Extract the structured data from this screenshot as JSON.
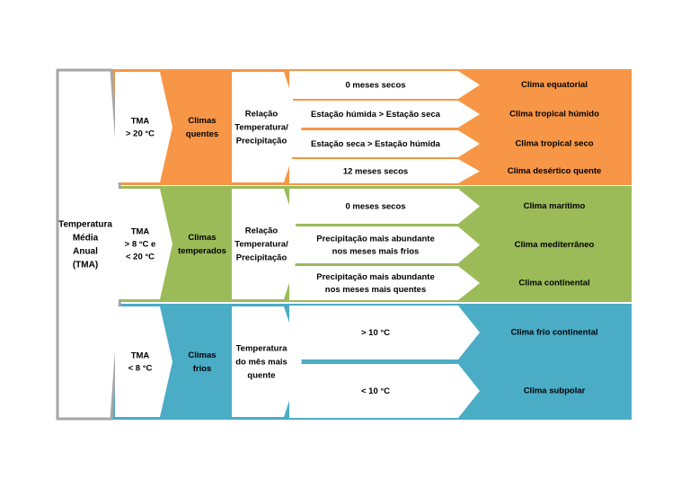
{
  "colors": {
    "hot": "#f79646",
    "temperate": "#9bbb59",
    "cold": "#4bacc6",
    "root_border": "#a6a6a6",
    "box": "#ffffff",
    "text": "#000000"
  },
  "root": {
    "lines": [
      "Temperatura",
      "Média",
      "Anual",
      "(TMA)"
    ]
  },
  "bands": [
    {
      "id": "hot",
      "tma_lines": [
        "TMA",
        "> 20 °C"
      ],
      "class_lines": [
        "Climas",
        "quentes"
      ],
      "criterion_lines": [
        "Relação",
        "Temperatura/",
        "Precipitação"
      ],
      "conditions": [
        {
          "lines": [
            "0 meses secos"
          ],
          "result": "Clima equatorial"
        },
        {
          "lines": [
            "Estação húmida > Estação seca"
          ],
          "result": "Clima tropical húmido"
        },
        {
          "lines": [
            "Estação seca > Estação húmida"
          ],
          "result": "Clima tropical seco"
        },
        {
          "lines": [
            "12 meses secos"
          ],
          "result": "Clima desértico quente"
        }
      ]
    },
    {
      "id": "temperate",
      "tma_lines": [
        "TMA",
        "> 8 °C e",
        "< 20 °C"
      ],
      "class_lines": [
        "Climas",
        "temperados"
      ],
      "criterion_lines": [
        "Relação",
        "Temperatura/",
        "Precipitação"
      ],
      "conditions": [
        {
          "lines": [
            "0 meses secos"
          ],
          "result": "Clima marítimo"
        },
        {
          "lines": [
            "Precipitação mais abundante",
            "nos meses mais frios"
          ],
          "result": "Clima mediterrâneo"
        },
        {
          "lines": [
            "Precipitação mais abundante",
            "nos meses mais quentes"
          ],
          "result": "Clima continental"
        }
      ]
    },
    {
      "id": "cold",
      "tma_lines": [
        "TMA",
        "< 8 °C"
      ],
      "class_lines": [
        "Climas",
        "frios"
      ],
      "criterion_lines": [
        "Temperatura",
        "do mês mais",
        "quente"
      ],
      "conditions": [
        {
          "lines": [
            "> 10 °C"
          ],
          "result": "Clima frio continental"
        },
        {
          "lines": [
            "< 10 °C"
          ],
          "result": "Clima subpolar"
        }
      ]
    }
  ]
}
